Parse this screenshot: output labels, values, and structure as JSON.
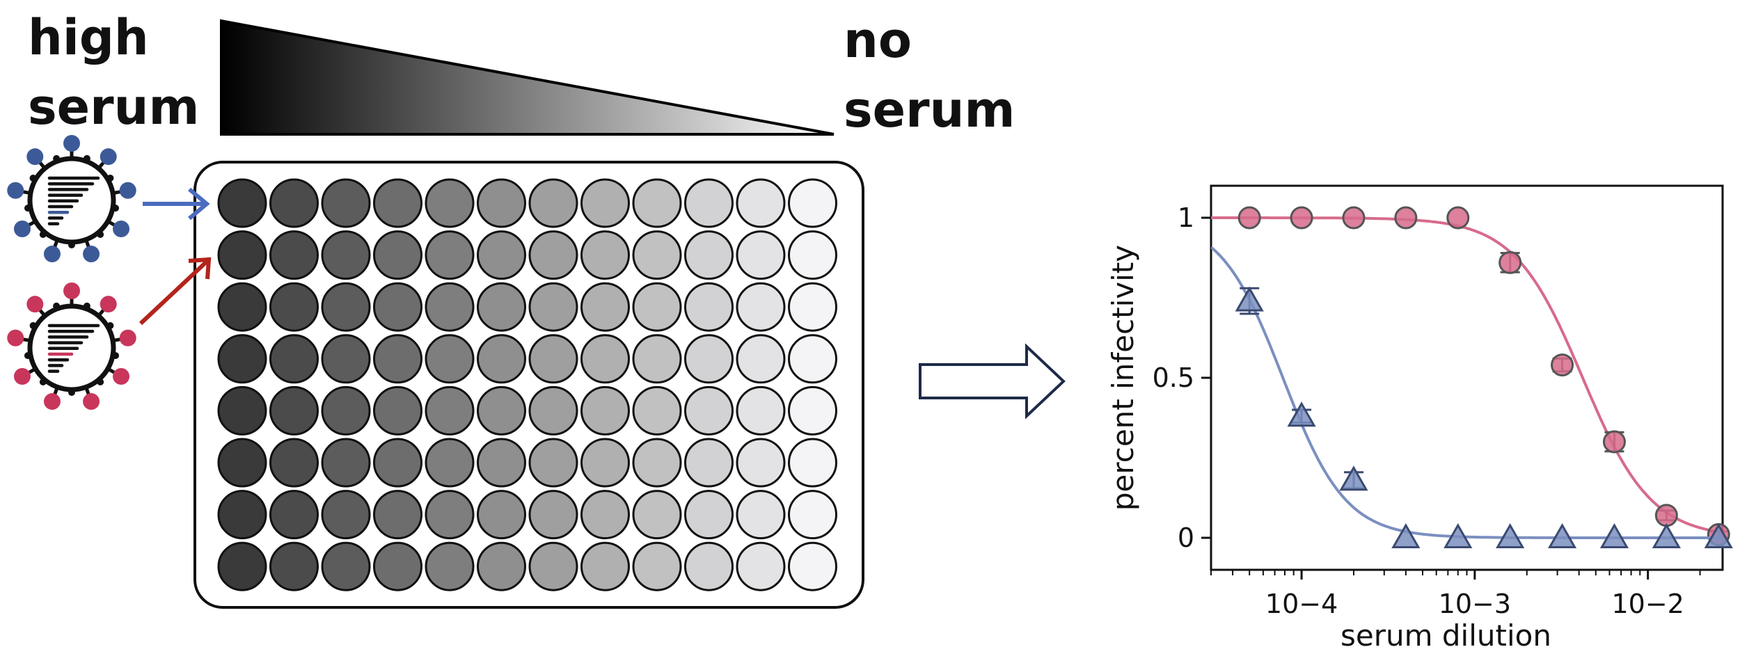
{
  "left_panel": {
    "high_label_line1": "high",
    "high_label_line2": "serum",
    "no_label_line1": "no",
    "no_label_line2": "serum",
    "plate": {
      "rows": 8,
      "cols": 12
    },
    "virus_blue_color": "#3d5a98",
    "virus_red_color": "#c8365b",
    "arrow_blue_color": "#4a6bbf",
    "arrow_red_color": "#b3241c",
    "process_arrow_color": "#1e2a48"
  },
  "chart_data": {
    "type": "scatter",
    "xlabel": "serum dilution",
    "ylabel": "percent infectivity",
    "xscale": "log",
    "xlim": [
      3e-05,
      0.027
    ],
    "ylim": [
      -0.1,
      1.1
    ],
    "xtick_labels": [
      "10−4",
      "10−3",
      "10−2"
    ],
    "xtick_values": [
      0.0001,
      0.001,
      0.01
    ],
    "ytick_labels": [
      "0",
      "0.5",
      "1"
    ],
    "ytick_values": [
      0,
      0.5,
      1
    ],
    "grid": false,
    "series": [
      {
        "marker": "circle",
        "color": "#d76b8c",
        "edge": "#555555",
        "fit": {
          "ic50": 0.0042,
          "hill": 2.2
        },
        "x": [
          5e-05,
          0.0001,
          0.0002,
          0.0004,
          0.0008,
          0.0016,
          0.0032,
          0.0064,
          0.0128,
          0.0256
        ],
        "y": [
          1.0,
          1.0,
          1.0,
          1.0,
          1.0,
          0.86,
          0.54,
          0.3,
          0.07,
          0.01
        ],
        "err": [
          0,
          0,
          0,
          0,
          0,
          0.03,
          0.02,
          0.03,
          0.015,
          0.01
        ]
      },
      {
        "marker": "triangle",
        "color": "#7b8fc0",
        "edge": "#3a4a70",
        "fit": {
          "ic50": 7.8e-05,
          "hill": 2.4
        },
        "x": [
          5e-05,
          0.0001,
          0.0002,
          0.0004,
          0.0008,
          0.0016,
          0.0032,
          0.0064,
          0.0128,
          0.0256
        ],
        "y": [
          0.74,
          0.38,
          0.18,
          0.0,
          0.0,
          0.0,
          0.0,
          0.0,
          0.0,
          0.0
        ],
        "err": [
          0.04,
          0.02,
          0.025,
          0,
          0,
          0,
          0,
          0,
          0,
          0
        ]
      }
    ]
  }
}
